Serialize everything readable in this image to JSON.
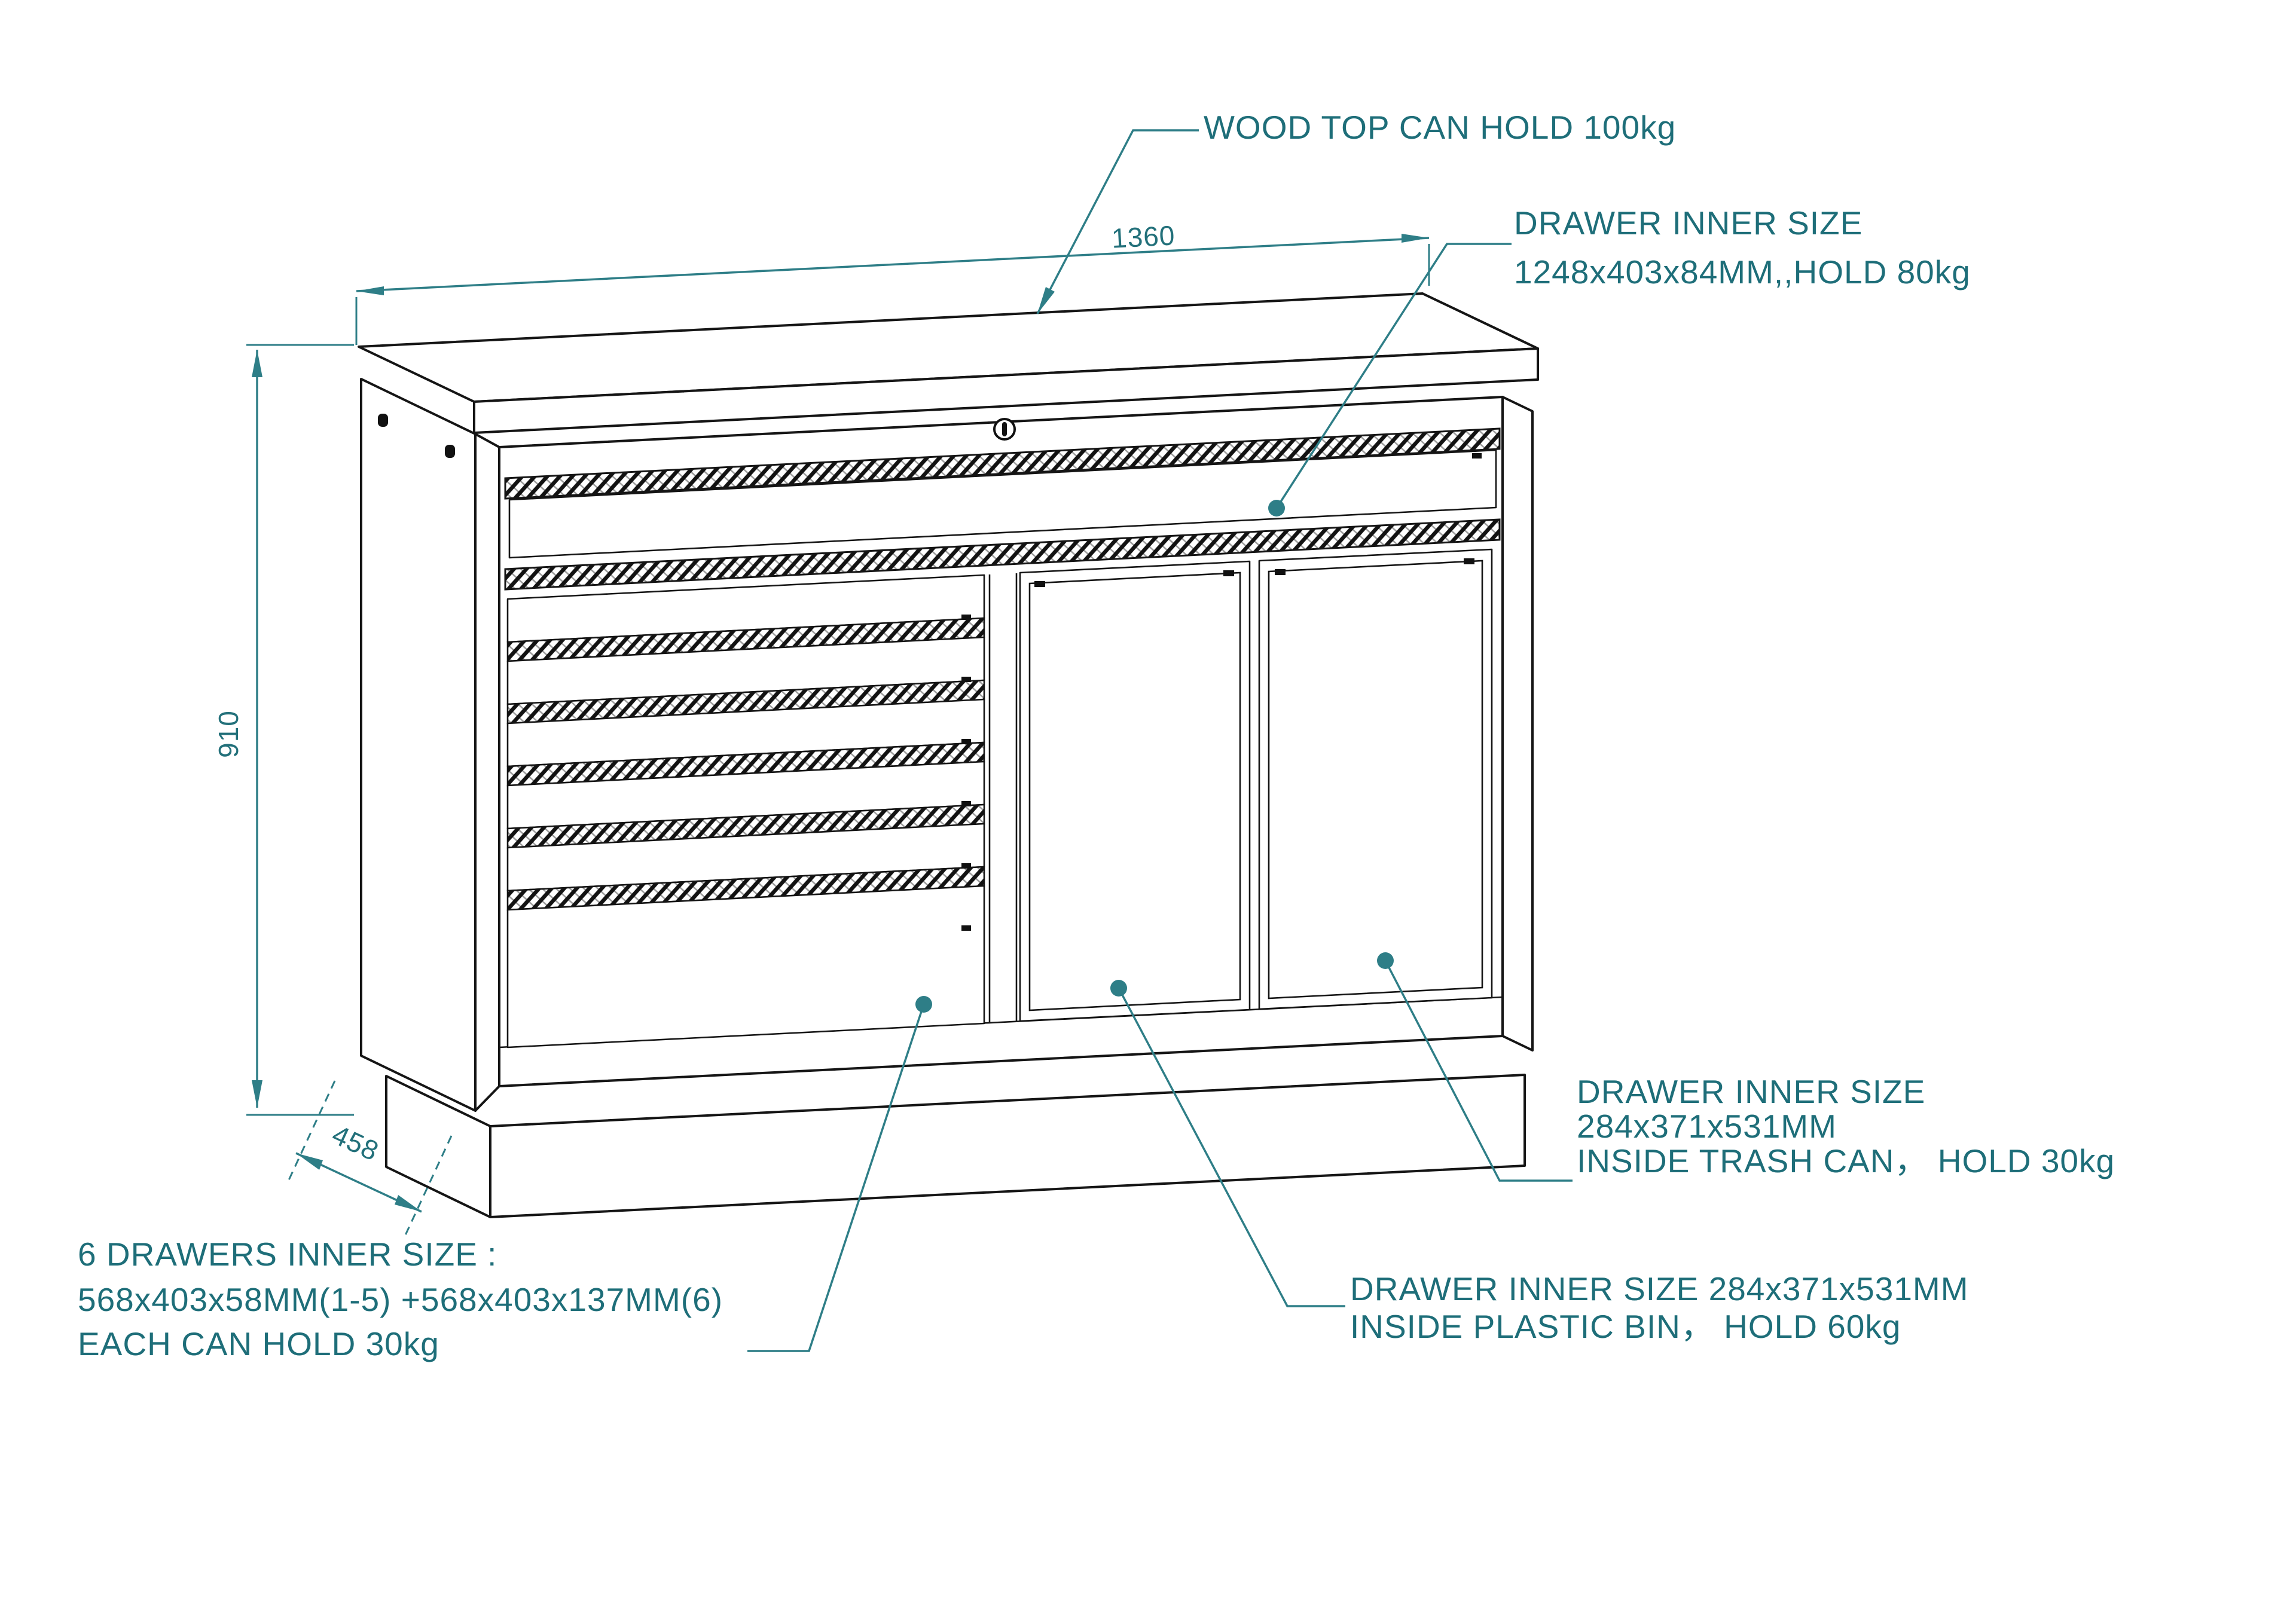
{
  "drawing": {
    "title": "Tool cabinet workbench technical drawing",
    "annotations": {
      "wood_top": {
        "label": "WOOD TOP CAN HOLD 100kg"
      },
      "top_drawer": {
        "line1": "DRAWER INNER SIZE",
        "line2": "1248x403x84MM,,HOLD 80kg"
      },
      "six_drawers": {
        "line1": "6 DRAWERS INNER SIZE :",
        "line2": "568x403x58MM(1-5) +568x403x137MM(6)",
        "line3": "EACH CAN HOLD 30kg"
      },
      "trash_drawer": {
        "line1": "DRAWER INNER SIZE",
        "line2": "284x371x531MM",
        "line3": "INSIDE TRASH CAN， HOLD 30kg"
      },
      "bin_drawer": {
        "line1": "DRAWER INNER SIZE 284x371x531MM",
        "line2": "INSIDE PLASTIC BIN， HOLD 60kg"
      }
    },
    "dimensions": {
      "width_mm": "1360",
      "height_mm": "910",
      "depth_mm": "458"
    },
    "colors": {
      "annotation_text": "#1e6e79",
      "dimension_lines": "#2e7e87",
      "drawing_lines": "#151515",
      "background": "#ffffff"
    }
  }
}
